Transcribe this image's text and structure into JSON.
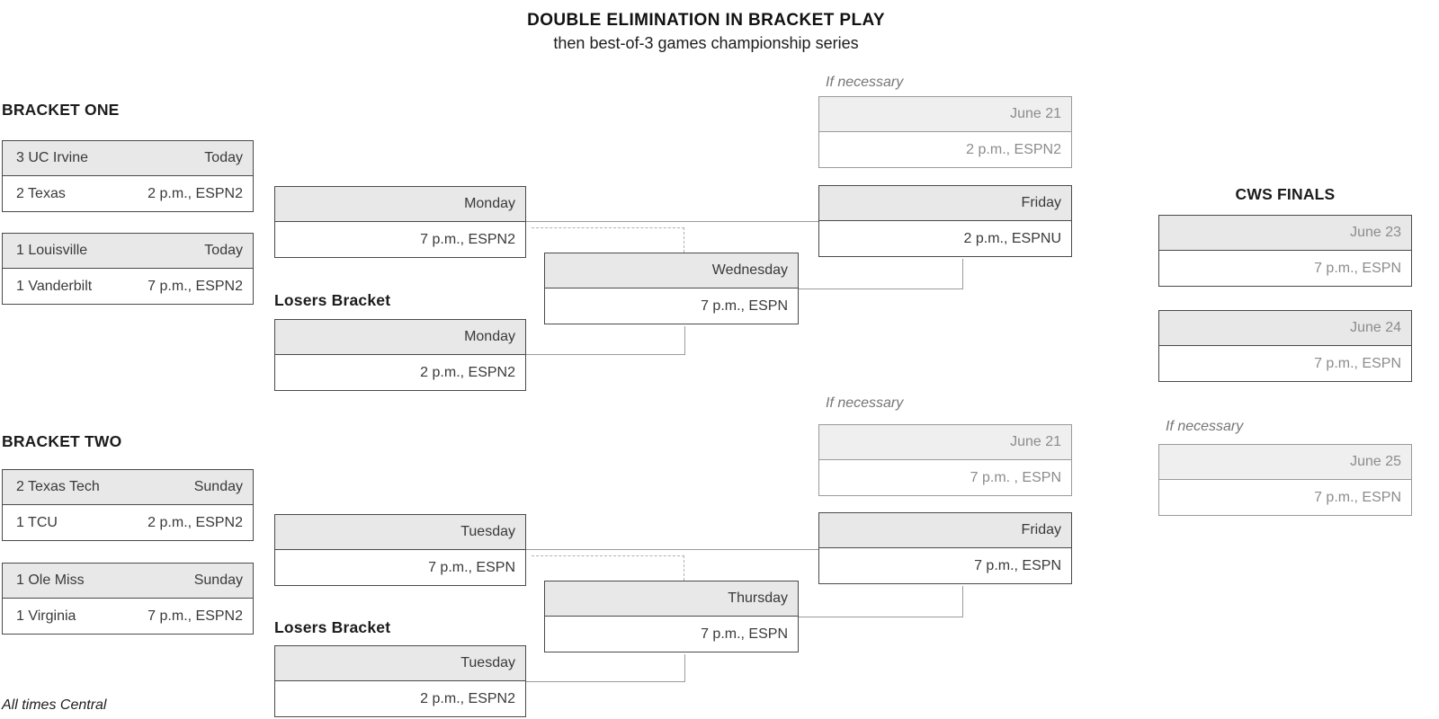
{
  "header": {
    "title": "DOUBLE ELIMINATION IN BRACKET PLAY",
    "subtitle": "then best-of-3 games championship series"
  },
  "bracket_one": {
    "label": "BRACKET ONE",
    "losers_label": "Losers Bracket",
    "if_necessary_label": "If necessary",
    "matchups": [
      {
        "team1": "3 UC Irvine",
        "day": "Today",
        "team2": "2 Texas",
        "time": "2 p.m., ESPN2"
      },
      {
        "team1": "1 Louisville",
        "day": "Today",
        "team2": "1 Vanderbilt",
        "time": "7 p.m., ESPN2"
      }
    ],
    "winners_game": {
      "day": "Monday",
      "time": "7 p.m., ESPN2"
    },
    "losers_game": {
      "day": "Monday",
      "time": "2 p.m., ESPN2"
    },
    "crossover_game": {
      "day": "Wednesday",
      "time": "7 p.m., ESPN"
    },
    "bracket_final": {
      "day": "Friday",
      "time": "2 p.m., ESPNU"
    },
    "if_necessary_game": {
      "day": "June 21",
      "time": "2 p.m., ESPN2"
    }
  },
  "bracket_two": {
    "label": "BRACKET TWO",
    "losers_label": "Losers Bracket",
    "if_necessary_label": "If necessary",
    "matchups": [
      {
        "team1": "2 Texas Tech",
        "day": "Sunday",
        "team2": "1 TCU",
        "time": "2 p.m., ESPN2"
      },
      {
        "team1": "1 Ole Miss",
        "day": "Sunday",
        "team2": "1 Virginia",
        "time": "7 p.m., ESPN2"
      }
    ],
    "winners_game": {
      "day": "Tuesday",
      "time": "7 p.m., ESPN"
    },
    "losers_game": {
      "day": "Tuesday",
      "time": "2 p.m., ESPN2"
    },
    "crossover_game": {
      "day": "Thursday",
      "time": "7 p.m., ESPN"
    },
    "bracket_final": {
      "day": "Friday",
      "time": "7 p.m., ESPN"
    },
    "if_necessary_game": {
      "day": "June 21",
      "time": "7 p.m. , ESPN"
    }
  },
  "cws_finals": {
    "label": "CWS FINALS",
    "if_necessary_label": "If necessary",
    "game1": {
      "day": "June 23",
      "time": "7 p.m., ESPN"
    },
    "game2": {
      "day": "June 24",
      "time": "7 p.m., ESPN"
    },
    "game3": {
      "day": "June 25",
      "time": "7 p.m., ESPN"
    }
  },
  "footer": {
    "note": "All times Central"
  },
  "colors": {
    "row_header_fill": "#e8e8e8",
    "box_border": "#4a4a4a",
    "dim_text": "#8c8c8c",
    "connector": "#9b9b9b"
  }
}
